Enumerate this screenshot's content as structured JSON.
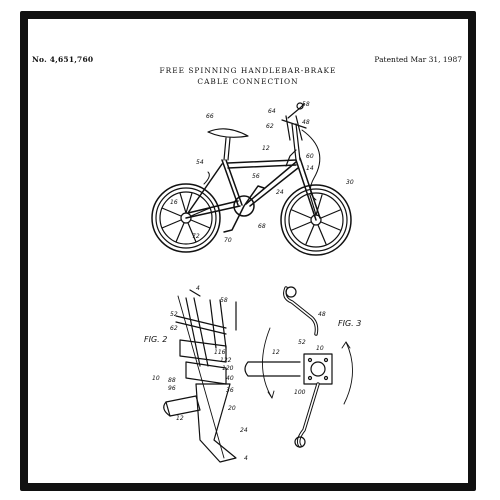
{
  "patent": {
    "number": "No. 4,651,760",
    "date": "Patented Mar 31, 1987",
    "title_line1": "FREE SPINNING HANDLEBAR-BRAKE",
    "title_line2": "CABLE CONNECTION"
  },
  "figures": {
    "fig2": "FIG. 2",
    "fig3": "FIG. 3"
  },
  "bike_labels": [
    "66",
    "64",
    "58",
    "62",
    "48",
    "12",
    "60",
    "14",
    "54",
    "56",
    "24",
    "30",
    "16",
    "70",
    "68",
    "72"
  ],
  "fig2_labels": [
    "4",
    "58",
    "52",
    "62",
    "116",
    "122",
    "10",
    "88",
    "96",
    "120",
    "40",
    "36",
    "20",
    "12",
    "24",
    "4"
  ],
  "fig3_labels": [
    "48",
    "12",
    "52",
    "10",
    "100"
  ]
}
